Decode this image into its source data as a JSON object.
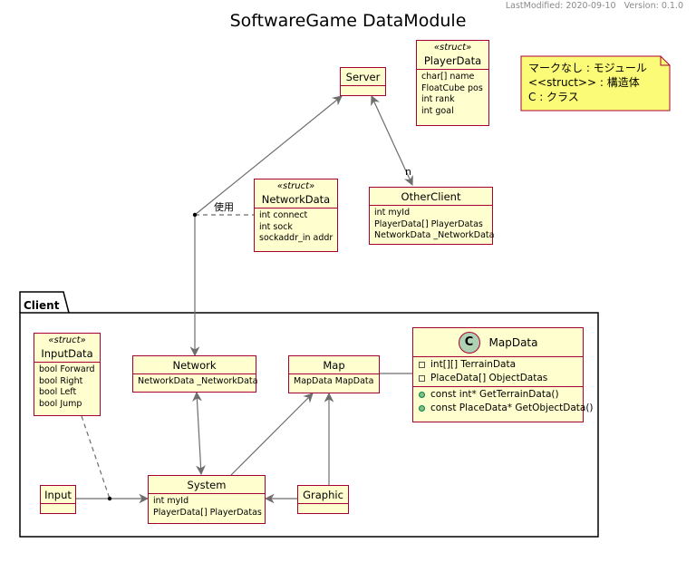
{
  "header": {
    "last_modified": "LastModified: 2020-09-10",
    "version": "Version: 0.1.0"
  },
  "title": "SoftwareGame DataModule",
  "note": {
    "lines": [
      "マークなし : モジュール",
      "<<struct>> : 構造体",
      "C : クラス"
    ]
  },
  "package": {
    "label": "Client"
  },
  "labels": {
    "use": "使用",
    "multiplicity": "n"
  },
  "stereotype": "«struct»",
  "classes": {
    "player_data": {
      "name": "PlayerData",
      "fields": [
        "char[] name",
        "FloatCube pos",
        "int rank",
        "int goal"
      ]
    },
    "server": {
      "name": "Server"
    },
    "network_data": {
      "name": "NetworkData",
      "fields": [
        "int connect",
        "int sock",
        "sockaddr_in addr"
      ]
    },
    "other_client": {
      "name": "OtherClient",
      "fields": [
        "int myId",
        "PlayerData[] PlayerDatas",
        "NetworkData _NetworkData"
      ]
    },
    "input_data": {
      "name": "InputData",
      "fields": [
        "bool Forward",
        "bool Right",
        "bool Left",
        "bool Jump"
      ]
    },
    "network": {
      "name": "Network",
      "fields": [
        "NetworkData _NetworkData"
      ]
    },
    "map": {
      "name": "Map",
      "fields": [
        "MapData MapData"
      ]
    },
    "map_data": {
      "name": "MapData",
      "icon": "C",
      "fields": [
        "int[][] TerrainData",
        "PlaceData[] ObjectDatas"
      ],
      "methods": [
        "const int* GetTerrainData()",
        "const PlaceData* GetObjectData()"
      ]
    },
    "input": {
      "name": "Input"
    },
    "system": {
      "name": "System",
      "fields": [
        "int myId",
        "PlayerData[] PlayerDatas"
      ]
    },
    "graphic": {
      "name": "Graphic"
    }
  },
  "colors": {
    "class_bg": "#FEFECE",
    "class_border": "#A80036",
    "note_bg": "#FBFB77",
    "link": "#6d6d6d"
  }
}
